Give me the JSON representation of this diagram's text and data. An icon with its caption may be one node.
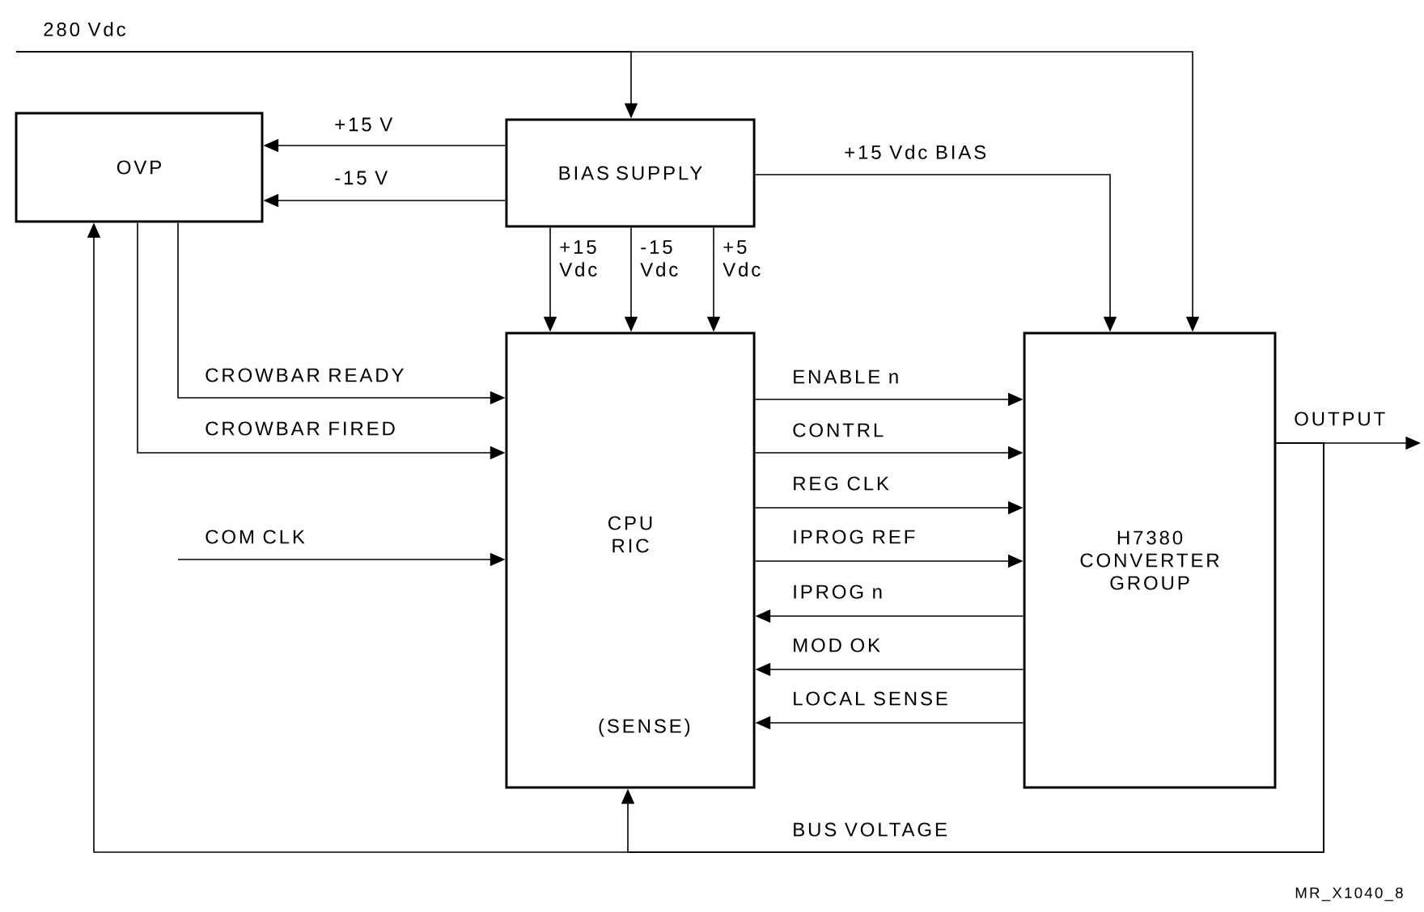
{
  "diagram": {
    "nodes": [
      {
        "text": [
          "OVP"
        ]
      },
      {
        "text": [
          "BIAS SUPPLY"
        ]
      },
      {
        "text": [
          "CPU RIC",
          "(SENSE)"
        ]
      },
      {
        "text": [
          "H7380 CONVERTER GROUP"
        ]
      }
    ],
    "edges": [
      {
        "from": null,
        "to": 1,
        "arrow": "to",
        "label": "280 Vdc"
      },
      {
        "from": null,
        "to": 3,
        "arrow": "to"
      },
      {
        "from": 1,
        "to": 0,
        "arrow": "to",
        "label": "+15 V"
      },
      {
        "from": 1,
        "to": 0,
        "arrow": "to",
        "label": "-15 V"
      },
      {
        "from": 1,
        "to": 2,
        "arrow": "to",
        "label": "+15 Vdc"
      },
      {
        "from": 1,
        "to": 2,
        "arrow": "to",
        "label": "-15 Vdc"
      },
      {
        "from": 1,
        "to": 2,
        "arrow": "to",
        "label": "+5 Vdc"
      },
      {
        "from": 1,
        "to": 3,
        "arrow": "to",
        "label": "+15 Vdc BIAS"
      },
      {
        "from": 0,
        "to": 2,
        "arrow": "to",
        "label": "CROWBAR READY"
      },
      {
        "from": 0,
        "to": 2,
        "arrow": "to",
        "label": "CROWBAR FIRED"
      },
      {
        "from": null,
        "to": 2,
        "arrow": "to",
        "label": "COM CLK"
      },
      {
        "from": 2,
        "to": 3,
        "arrow": "to",
        "label": "ENABLE n"
      },
      {
        "from": 2,
        "to": 3,
        "arrow": "to",
        "label": "CONTRL"
      },
      {
        "from": 2,
        "to": 3,
        "arrow": "to",
        "label": "REG CLK"
      },
      {
        "from": 2,
        "to": 3,
        "arrow": "to",
        "label": "IPROG REF"
      },
      {
        "from": 3,
        "to": 2,
        "arrow": "to",
        "label": "IPROG n"
      },
      {
        "from": 3,
        "to": 2,
        "arrow": "to",
        "label": "MOD OK"
      },
      {
        "from": 3,
        "to": 2,
        "arrow": "to",
        "label": "LOCAL SENSE"
      },
      {
        "from": 3,
        "to": null,
        "arrow": "to",
        "label": "OUTPUT"
      },
      {
        "from": 3,
        "to": 2,
        "arrow": "to",
        "label": "BUS VOLTAGE"
      },
      {
        "from": 3,
        "to": 0,
        "arrow": "to"
      }
    ],
    "labels": [
      "MR_X1040_8"
    ]
  }
}
